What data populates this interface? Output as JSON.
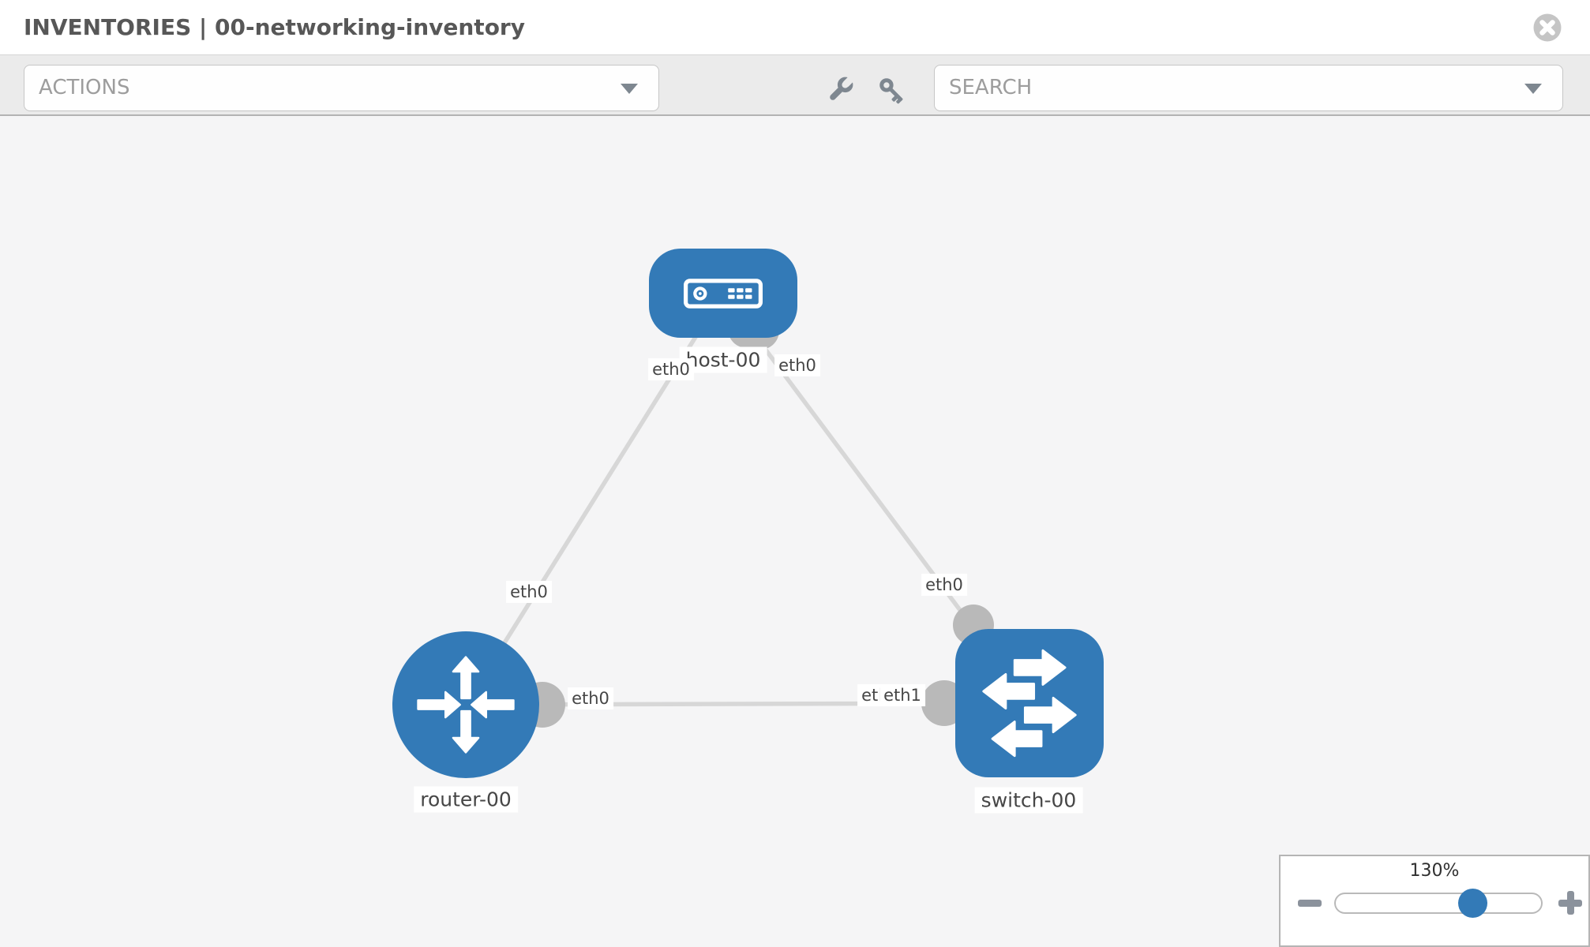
{
  "header": {
    "title": "INVENTORIES | 00-networking-inventory"
  },
  "toolbar": {
    "actions_label": "ACTIONS",
    "search_label": "SEARCH"
  },
  "icons": {
    "close": "close-icon",
    "wrench": "wrench-icon",
    "key": "key-icon",
    "caret": "caret-down-icon",
    "zoom_out": "minus-icon",
    "zoom_in": "plus-icon",
    "host": "server-icon",
    "router": "router-arrows-icon",
    "switch": "switch-arrows-icon"
  },
  "topology": {
    "nodes": [
      {
        "id": "host-00",
        "type": "host",
        "label": "host-00"
      },
      {
        "id": "router-00",
        "type": "router",
        "label": "router-00"
      },
      {
        "id": "switch-00",
        "type": "switch",
        "label": "switch-00"
      }
    ],
    "links": [
      {
        "source": "host-00",
        "source_interface": "eth0",
        "target": "router-00",
        "target_interface": "eth0"
      },
      {
        "source": "host-00",
        "source_interface": "eth0",
        "target": "switch-00",
        "target_interface": "eth0"
      },
      {
        "source": "router-00",
        "source_interface": "eth0",
        "target": "switch-00",
        "target_interface": "eth1"
      }
    ],
    "interface_labels": {
      "host_left": "eth0",
      "host_right": "eth0",
      "mid_left": "eth0",
      "mid_right": "eth0",
      "near_router": "eth0",
      "near_switch_under": "eth0",
      "near_switch_top": "eth1"
    }
  },
  "zoom_panel": {
    "level": "130%"
  },
  "colors": {
    "node_fill": "#337ab7",
    "link": "#d7d7d7",
    "connector": "#b9b9b9",
    "canvas_bg": "#f5f5f6",
    "toolbar_bg": "#ebebeb",
    "accent": "#337ab7"
  }
}
